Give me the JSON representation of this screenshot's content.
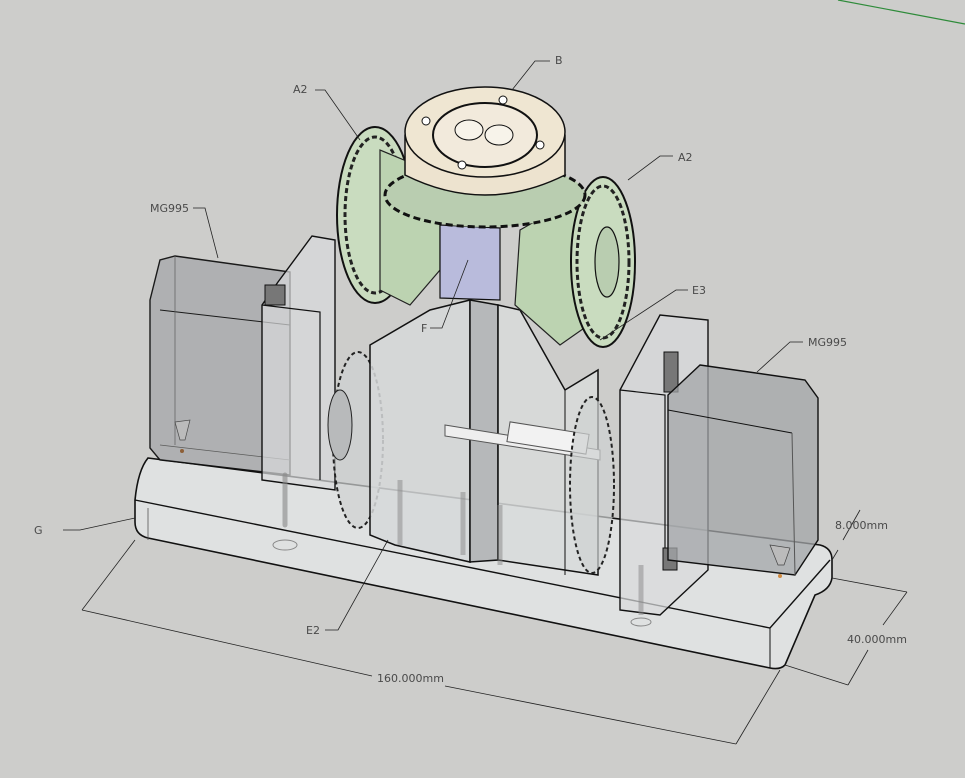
{
  "viewport": {
    "background": "#cdcdcb",
    "axis_line_color": "#2e8b3a"
  },
  "callouts": [
    {
      "id": "B",
      "label": "B"
    },
    {
      "id": "A2-left",
      "label": "A2"
    },
    {
      "id": "A2-right",
      "label": "A2"
    },
    {
      "id": "MG995-left",
      "label": "MG995"
    },
    {
      "id": "MG995-right",
      "label": "MG995"
    },
    {
      "id": "E3",
      "label": "E3"
    },
    {
      "id": "F",
      "label": "F"
    },
    {
      "id": "G",
      "label": "G"
    },
    {
      "id": "E2",
      "label": "E2"
    }
  ],
  "dimensions": {
    "length": "160.000mm",
    "width": "40.000mm",
    "thickness": "8.000mm"
  },
  "colors": {
    "gear_green": "#c9dcbf",
    "gear_green_dark": "#a9c49c",
    "cap_beige": "#ece4d2",
    "servo_grey": "#9fa2a4",
    "base_plate": "#dfe1e1",
    "tower": "#d9dbdc",
    "slider_blue": "#b4b6e0",
    "edge": "#111111"
  }
}
